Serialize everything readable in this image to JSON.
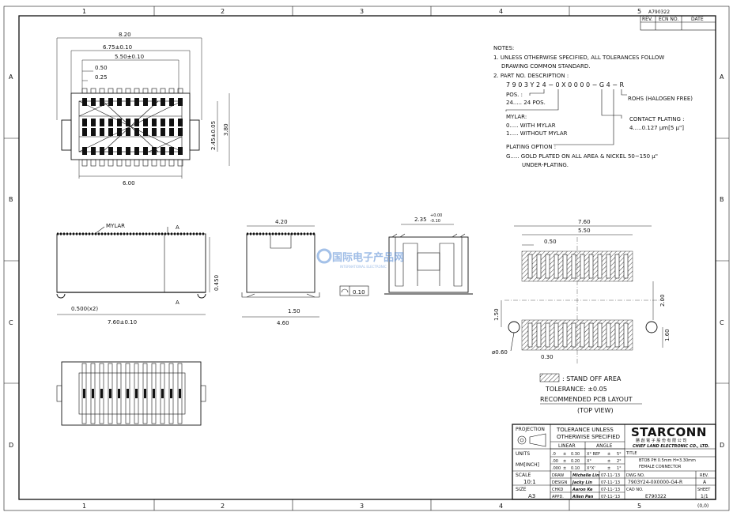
{
  "drawing_number_top": "A790322",
  "revision_table": {
    "headers": [
      "REV.",
      "ECN NO.",
      "DATE"
    ]
  },
  "grid": {
    "columns": [
      "1",
      "2",
      "3",
      "4",
      "5"
    ],
    "rows": [
      "A",
      "B",
      "C",
      "D"
    ]
  },
  "notes": {
    "title": "NOTES:",
    "line1": "1. UNLESS OTHERWISE SPECIFIED, ALL TOLERANCES FOLLOW",
    "line1b": "DRAWING COMMON STANDARD.",
    "line2": "2. PART NO. DESCRIPTION :",
    "part_number": "7 9 0 3 Y 2 4 − 0 X 0 0 0 0 − G 4 − R",
    "pos_label": "POS. :",
    "pos_value": "24..... 24 POS.",
    "rohs": "ROHS (HALOGEN FREE)",
    "contact_label": "CONTACT PLATING :",
    "contact_value": "4.....0.127 μm[5 μ\"]",
    "mylar_label": "MYLAR:",
    "mylar_0": "0..... WITH MYLAR",
    "mylar_1": "1..... WITHOUT MYLAR",
    "plating_label": "PLATING OPTION :",
    "plating_value": "G..... GOLD PLATED ON ALL AREA & NICKEL 50~150 μ\"",
    "plating_value2": "UNDER-PLATING."
  },
  "top_view": {
    "dim_overall": "8.20",
    "dim_inner": "6.75±0.10",
    "dim_pitch_span": "5.50±0.10",
    "dim_pitch": "0.50",
    "dim_pin_width": "0.25",
    "dim_height_inner": "2.45±0.05",
    "dim_height": "3.80",
    "dim_bottom": "6.00"
  },
  "front_view": {
    "mylar": "MYLAR",
    "section_a": "A",
    "dim_height": "0.450",
    "dim_post": "0.500(x2)",
    "dim_length": "7.60±0.10"
  },
  "side_view": {
    "dim_width": "4.20",
    "dim_center": "1.50",
    "dim_base": "4.60",
    "flatness": "0.10"
  },
  "section_view": {
    "dim_top": "2.35",
    "tol_plus": "+0.00",
    "tol_minus": "-0.10"
  },
  "watermark": {
    "main": "国际电子产品网",
    "sub": "INTERNATIONAL ELECTRONIC"
  },
  "pcb_layout": {
    "dim_overall": "7.60",
    "dim_span": "5.50",
    "dim_pitch": "0.50",
    "dim_row_gap": "2.00",
    "dim_offset_left": "1.50",
    "dim_offset_right": "1.60",
    "dim_hole": "ø0.60",
    "dim_pad": "0.30",
    "legend_text": ": STAND OFF AREA",
    "tolerance": "TOLERANCE: ±0.05",
    "title": "RECOMMENDED PCB LAYOUT",
    "subtitle": "(TOP VIEW)"
  },
  "title_block": {
    "projection": "PROJECTION",
    "tolerance_title1": "TOLERANCE UNLESS",
    "tolerance_title2": "OTHERWISE SPECIFIED",
    "linear": "LINEAR",
    "angle": "ANGLE",
    "units_label": "UNITS",
    "units_value": "MM[INCH]",
    "tol_rows": [
      {
        "lin": ".0",
        "pm": "±",
        "val": "0.30",
        "ang": "X° REF",
        "apm": "±",
        "aval": "5°"
      },
      {
        "lin": ".00",
        "pm": "±",
        "val": "0.20",
        "ang": "X°",
        "apm": "±",
        "aval": "2°"
      },
      {
        "lin": ".000",
        "pm": "±",
        "val": "0.10",
        "ang": "X°X'",
        "apm": "±",
        "aval": "1°"
      }
    ],
    "scale_label": "SCALE",
    "scale_value": "10:1",
    "size_label": "SIZE",
    "size_value": "A3",
    "roles": [
      {
        "role": "DRAW",
        "name": "Michelle Lin",
        "date": "07-11-'13"
      },
      {
        "role": "DESIGN",
        "name": "Jacky Lin",
        "date": "07-11-'13"
      },
      {
        "role": "CHKD",
        "name": "Aaron Ke",
        "date": "07-11-'13"
      },
      {
        "role": "APPD.",
        "name": "Allen Pan",
        "date": "07-11-'13"
      }
    ],
    "company": "STARCONN",
    "company_cn": "勝 創 電 子 股 份 有 限 公 司",
    "company_en": "CHIEF LAND ELECTRONIC CO., LTD.",
    "title_label": "TITLE",
    "title_value1": "BTOB PH 0.5mm H=3.30mm",
    "title_value2": "FEMALE CONNECTOR",
    "dwg_label": "DWG NO.",
    "dwg_value": "7903Y24-0X0000-G4-R",
    "rev_label": "REV.",
    "rev_value": "A",
    "cad_label": "CAD NO.",
    "cad_value": "E790322",
    "sheet_label": "SHEET",
    "sheet_value": "1/1",
    "origin": "(0,0)"
  }
}
